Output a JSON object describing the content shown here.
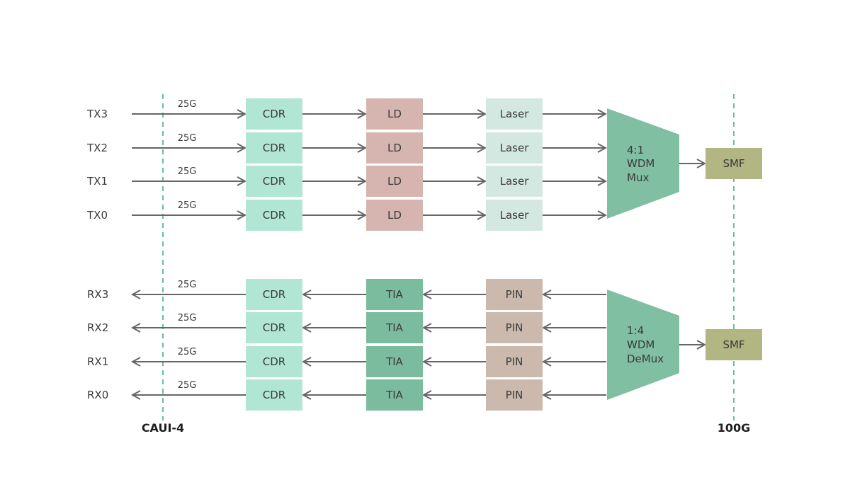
{
  "tx": {
    "lanes": [
      "TX3",
      "TX2",
      "TX1",
      "TX0"
    ],
    "rate": "25G",
    "blocks": [
      "CDR",
      "LD",
      "Laser"
    ],
    "mux": [
      "4:1",
      "WDM",
      "Mux"
    ],
    "fiber": "SMF"
  },
  "rx": {
    "lanes": [
      "RX3",
      "RX2",
      "RX1",
      "RX0"
    ],
    "rate": "25G",
    "blocks": [
      "CDR",
      "TIA",
      "PIN"
    ],
    "demux": [
      "1:4",
      "WDM",
      "DeMux"
    ],
    "fiber": "SMF"
  },
  "bottom": {
    "left": "CAUI-4",
    "right": "100G"
  },
  "colors": {
    "cdr": "#b2e6d4",
    "ld": "#d6b4af",
    "laser": "#d4e8e2",
    "tia": "#7bbc9e",
    "pin": "#cbb9ad",
    "mux": "#80bfa2",
    "smf": "#b1b683",
    "dash": "#3aa57c",
    "line": "#666666"
  }
}
